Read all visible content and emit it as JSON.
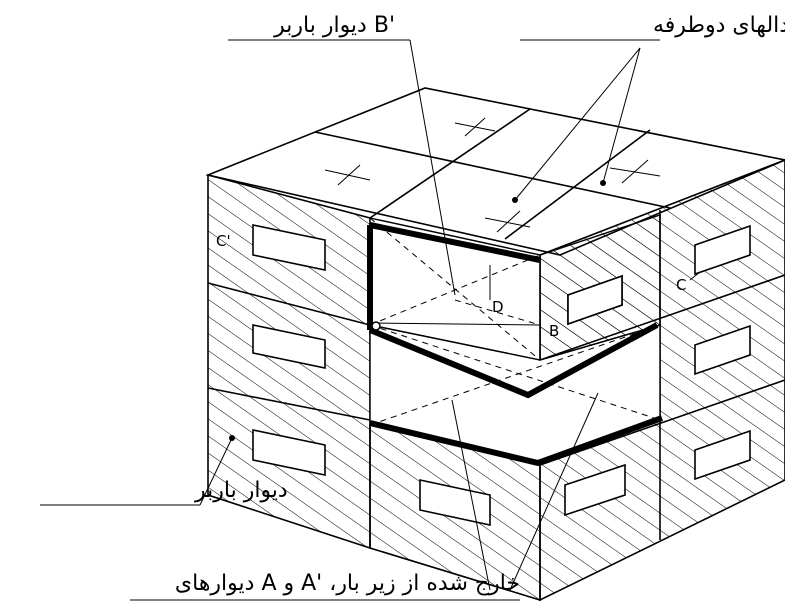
{
  "labels": {
    "two_way_slabs": "دالهای دوطرفه",
    "bearing_wall_b_prime": "دیوار باربر B'",
    "bearing_wall": "دیوار باربر",
    "walls_removed": "دیوارهای A و A' ،خارج شده از زیر بار",
    "c_prime": "C'",
    "c": "C",
    "b": "B",
    "d": "D"
  }
}
